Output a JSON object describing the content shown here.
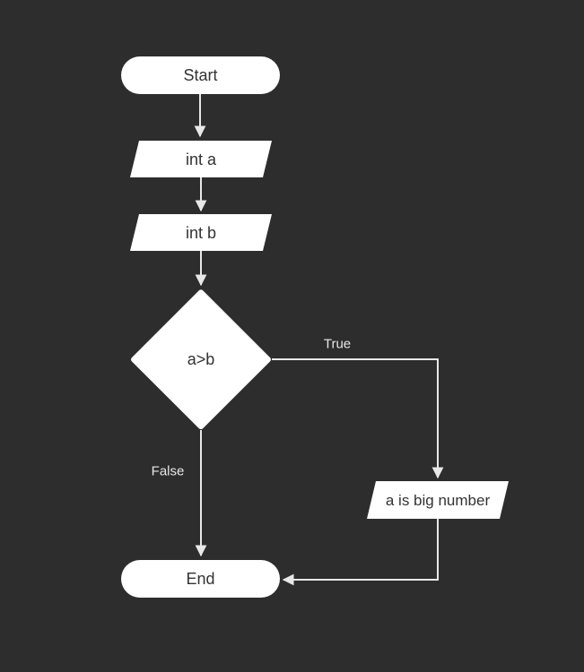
{
  "theme": {
    "bg": "#2d2d2d",
    "node_fill": "#ffffff",
    "node_text": "#333333",
    "line": "#e8e8e8",
    "label_text": "#e8e8e8"
  },
  "diagram": {
    "type": "flowchart",
    "direction": "top-down",
    "nodes": {
      "start": {
        "label": "Start",
        "shape": "stadium"
      },
      "input_a": {
        "label": "int a",
        "shape": "parallelogram"
      },
      "input_b": {
        "label": "int b",
        "shape": "parallelogram"
      },
      "decision": {
        "label": "a>b",
        "shape": "diamond"
      },
      "big_number": {
        "label": "a is big number",
        "shape": "parallelogram"
      },
      "end": {
        "label": "End",
        "shape": "stadium"
      }
    },
    "edge_labels": {
      "true": "True",
      "false": "False"
    },
    "edges": [
      {
        "from": "start",
        "to": "input_a"
      },
      {
        "from": "input_a",
        "to": "input_b"
      },
      {
        "from": "input_b",
        "to": "decision"
      },
      {
        "from": "decision",
        "to": "big_number",
        "label": "True"
      },
      {
        "from": "decision",
        "to": "end",
        "label": "False"
      },
      {
        "from": "big_number",
        "to": "end"
      }
    ]
  }
}
